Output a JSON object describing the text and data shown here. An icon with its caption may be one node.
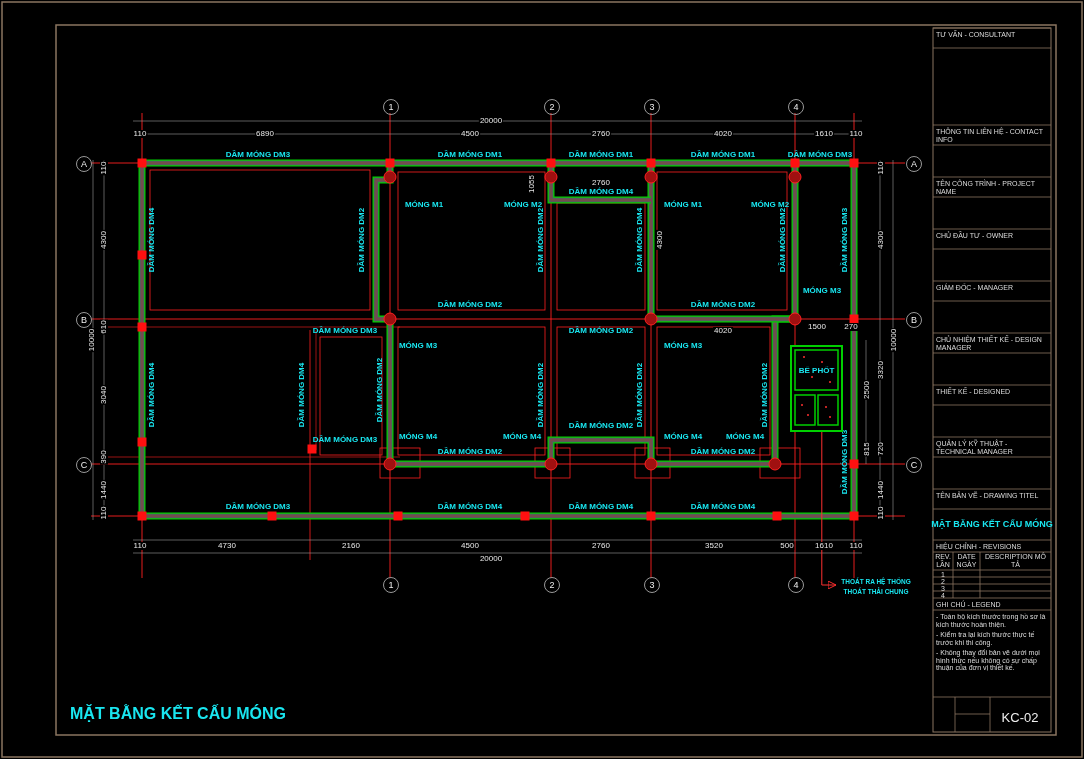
{
  "diagram": {
    "title": "MẶT BẰNG KẾT CẤU MÓNG",
    "nodes": [
      {
        "text": [
          "1"
        ]
      },
      {
        "text": [
          "2"
        ]
      },
      {
        "text": [
          "3"
        ]
      },
      {
        "text": [
          "4"
        ]
      },
      {
        "text": [
          "A"
        ]
      },
      {
        "text": [
          "A"
        ]
      },
      {
        "text": [
          "B"
        ]
      },
      {
        "text": [
          "B"
        ]
      },
      {
        "text": [
          "C"
        ]
      },
      {
        "text": [
          "C"
        ]
      },
      {
        "text": [
          "1"
        ]
      },
      {
        "text": [
          "2"
        ]
      },
      {
        "text": [
          "3"
        ]
      },
      {
        "text": [
          "4"
        ]
      },
      {
        "text": [
          "BỂ PHỐT"
        ]
      },
      {
        "text": [
          "THOÁT RA HỆ THỐNG THOÁT THẢI CHUNG"
        ]
      }
    ],
    "edges": [
      {
        "from": 14,
        "to": 15,
        "arrow": "to"
      }
    ],
    "labels": [
      "20000",
      "110",
      "6890",
      "4500",
      "2760",
      "4020",
      "1610",
      "110",
      "110",
      "4300",
      "10000",
      "610",
      "3040",
      "390",
      "1440",
      "110",
      "110",
      "4300",
      "10000",
      "1500",
      "270",
      "3320",
      "2500",
      "815",
      "720",
      "1440",
      "110",
      "1055",
      "2760",
      "4300",
      "4020",
      "110",
      "4730",
      "2160",
      "4500",
      "2760",
      "3520",
      "500",
      "1610",
      "110",
      "20000",
      "DẦM MÓNG DM3",
      "DẦM MÓNG DM1",
      "DẦM MÓNG DM1",
      "DẦM MÓNG DM1",
      "DẦM MÓNG DM3",
      "DẦM MÓNG DM4",
      "MÓNG M1",
      "MÓNG M2",
      "MÓNG M1",
      "MÓNG M2",
      "DẦM MÓNG DM4",
      "DẦM MÓNG DM2",
      "DẦM MÓNG DM2",
      "DẦM MÓNG DM4",
      "DẦM MÓNG DM2",
      "DẦM MÓNG DM3",
      "MÓNG M3",
      "DẦM MÓNG DM2",
      "DẦM MÓNG DM2",
      "DẦM MÓNG DM3",
      "DẦM MÓNG DM2",
      "MÓNG M3",
      "MÓNG M3",
      "DẦM MÓNG DM4",
      "DẦM MÓNG DM4",
      "DẦM MÓNG DM2",
      "DẦM MÓNG DM2",
      "DẦM MÓNG DM2",
      "DẦM MÓNG DM2",
      "MÓNG M4",
      "DẦM MÓNG DM3",
      "MÓNG M4",
      "MÓNG M4",
      "MÓNG M4",
      "DẦM MÓNG DM2",
      "DẦM MÓNG DM2",
      "DẦM MÓNG DM2",
      "DẦM MÓNG DM3",
      "DẦM MÓNG DM3",
      "DẦM MÓNG DM4",
      "DẦM MÓNG DM4",
      "DẦM MÓNG DM4",
      "TƯ VẤN - CONSULTANT",
      "THÔNG TIN LIÊN HỆ - CONTACT INFO",
      "TÊN CÔNG TRÌNH - PROJECT NAME",
      "CHỦ ĐẦU TƯ - OWNER",
      "GIÁM ĐỐC - MANAGER",
      "CHỦ NHIỆM THIẾT KẾ - DESIGN MANAGER",
      "THIẾT KẾ - DESIGNED",
      "QUẢN LÝ KỸ THUẬT - TECHNICAL MANAGER",
      "TÊN BẢN VẼ - DRAWING TITEL",
      "MẶT BẰNG KẾT CẤU MÓNG",
      "HIỆU CHỈNH - REVISIONS",
      "REV. LẦN",
      "DATE NGÀY",
      "DESCRIPTION MÔ TẢ",
      "1",
      "2",
      "3",
      "4",
      "GHI CHÚ - LEGEND",
      "- Toàn bộ kích thước trong hồ sơ là kích thước hoàn thiện.",
      "- Kiểm tra lại kích thước thực tế trước khi thi công.",
      "- Không thay đổi bản vẽ dưới mọi hình thức nếu không có sự chấp thuận của đơn vị thiết kế.",
      "KC-02"
    ]
  }
}
